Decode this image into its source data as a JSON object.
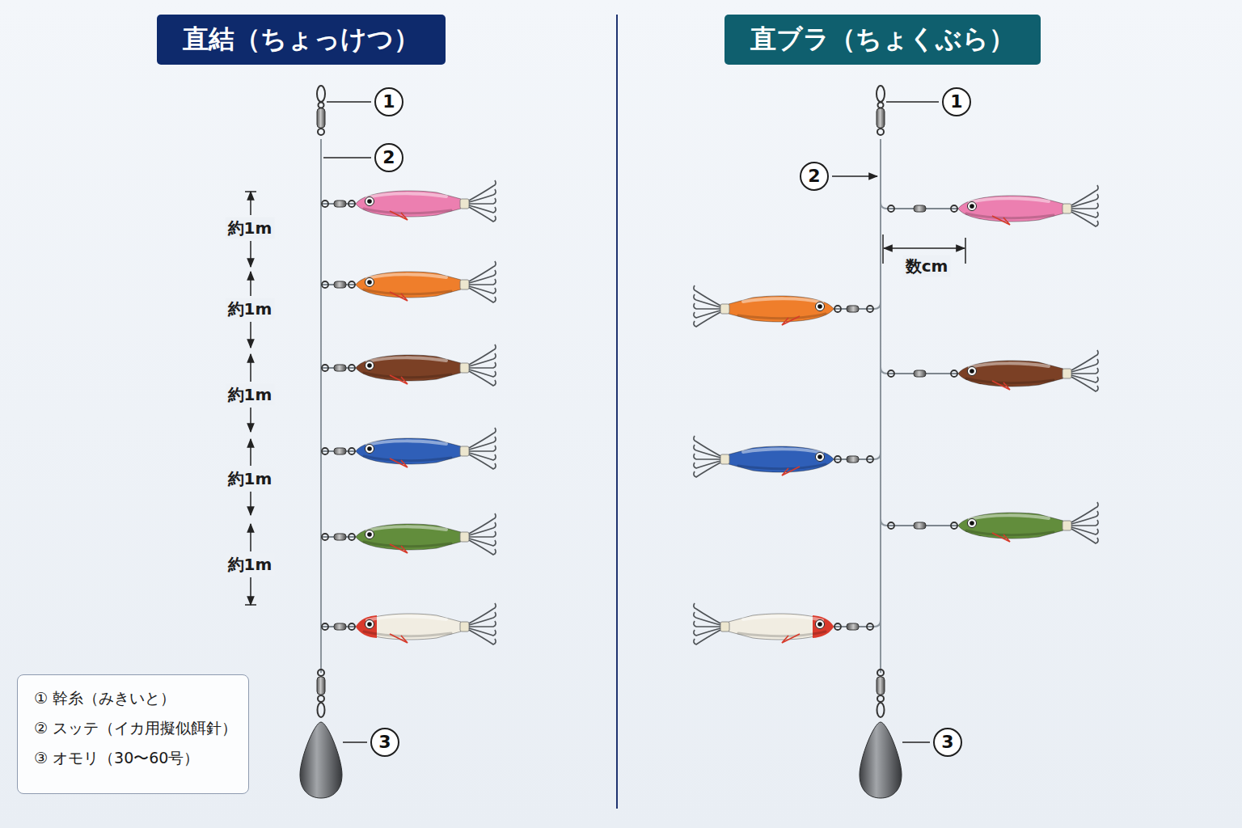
{
  "diagram": {
    "nodes": [
      {
        "text": [
          "直結（ちょっけつ）"
        ]
      },
      {
        "text": [
          "1"
        ]
      },
      {
        "text": [
          "2"
        ]
      },
      {
        "text": [
          "3"
        ]
      },
      {
        "text": [
          "直ブラ（ちょくぶら）"
        ]
      },
      {
        "text": [
          "1"
        ]
      },
      {
        "text": [
          "2"
        ]
      },
      {
        "text": [
          "3"
        ]
      }
    ],
    "labels": [
      "約1m",
      "約1m",
      "約1m",
      "約1m",
      "約1m",
      "数cm"
    ],
    "legend": [
      {
        "text": "① 幹糸（みきいと）"
      },
      {
        "text": "② スッテ（イカ用擬似餌針）"
      },
      {
        "text": "③ オモリ（30〜60号）"
      }
    ]
  }
}
